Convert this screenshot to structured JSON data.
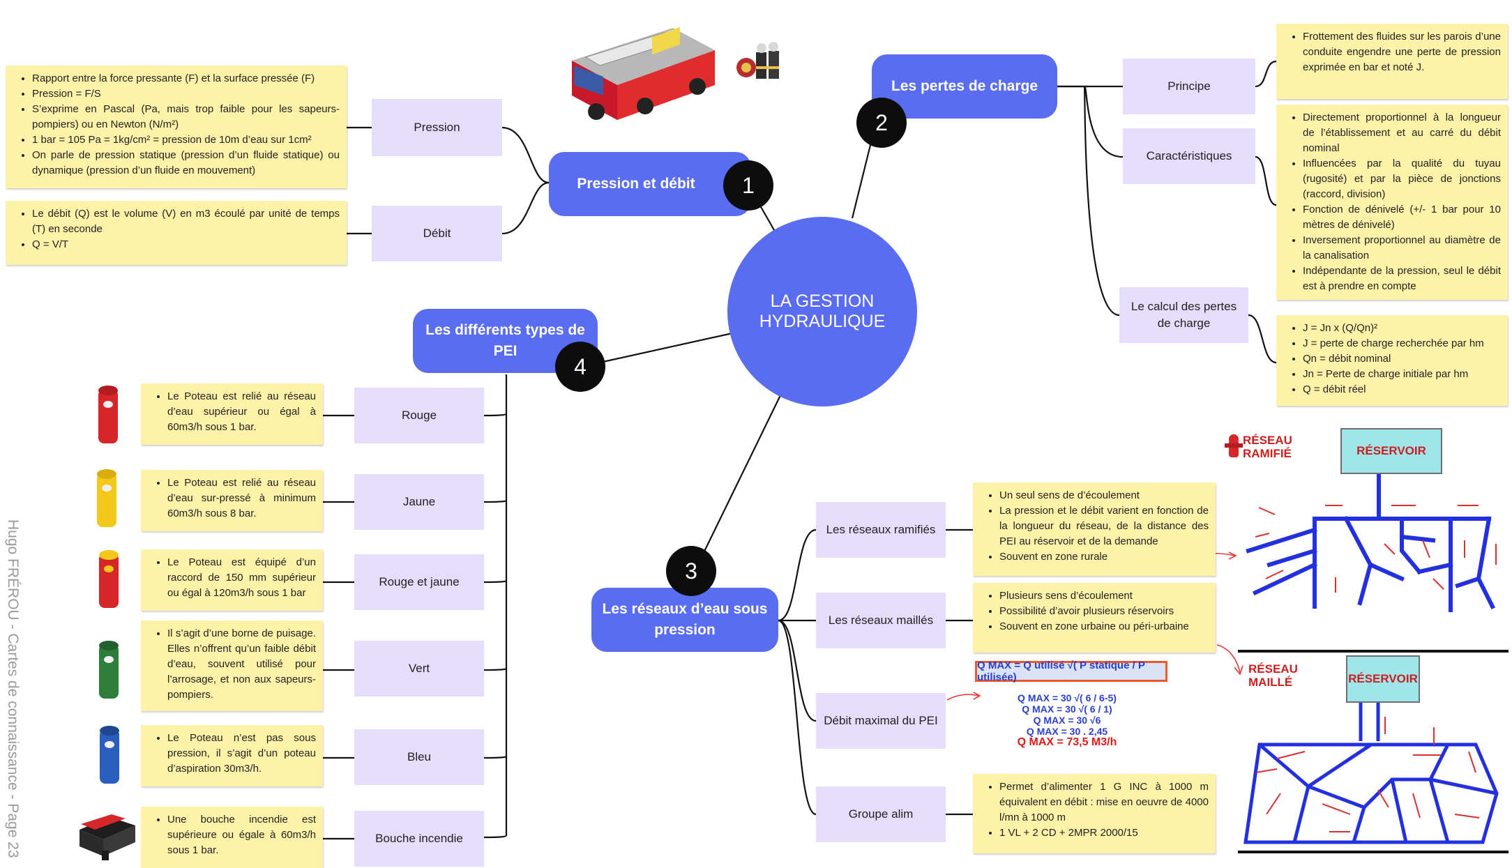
{
  "center": {
    "title": "LA GESTION HYDRAULIQUE"
  },
  "side_credit": "Hugo FRÉROU - Cartes de connaissance - Page 23",
  "colors": {
    "main": "#5a6df0",
    "sub": "#e6dcfb",
    "note": "#fdf2a8",
    "number": "#0d0d0d"
  },
  "branches": {
    "b1": {
      "title": "Pression et débit",
      "number": "1",
      "items": [
        {
          "label": "Pression",
          "notes": [
            "Rapport entre la force pressante (F) et la surface pressée (F)",
            "Pression = F/S",
            "S’exprime en Pascal (Pa, mais trop faible pour les sapeurs-pompiers) ou en Newton (N/m²)",
            "1 bar = 105 Pa = 1kg/cm² = pression de 10m d’eau sur 1cm²",
            "On parle de pression statique (pression d’un fluide statique) ou dynamique (pression d’un fluide en mouvement)"
          ]
        },
        {
          "label": "Débit",
          "notes": [
            "Le débit (Q) est le volume (V) en m3 écoulé par unité de temps (T) en seconde",
            "Q = V/T"
          ]
        }
      ]
    },
    "b2": {
      "title": "Les pertes de charge",
      "number": "2",
      "items": [
        {
          "label": "Principe",
          "notes": [
            "Frottement des fluides sur les parois d’une conduite engendre une perte de pression exprimée en bar et noté J."
          ]
        },
        {
          "label": "Caractéristiques",
          "notes": [
            "Directement proportionnel à la longueur de l’établissement et au carré du débit nominal",
            "Influencées par la qualité du tuyau (rugosité) et par la pièce de jonctions (raccord, division)",
            "Fonction de dénivelé (+/- 1 bar pour 10 mètres de dénivelé)",
            "Inversement proportionnel au diamètre de la canalisation",
            "Indépendante de la pression, seul le débit est à prendre en compte"
          ]
        },
        {
          "label": "Le calcul des pertes de charge",
          "notes": [
            "J = Jn x (Q/Qn)²",
            "J = perte de charge recherchée par hm",
            "Qn = débit nominal",
            "Jn = Perte de charge initiale par hm",
            "Q = débit réel"
          ]
        }
      ]
    },
    "b3": {
      "title": "Les réseaux d’eau sous pression",
      "number": "3",
      "items": [
        {
          "label": "Les réseaux ramifiés",
          "notes": [
            "Un seul sens de d’écoulement",
            "La pression et le débit varient en fonction de la longueur du réseau, de la distance des PEI au réservoir et de la demande",
            "Souvent en zone rurale"
          ]
        },
        {
          "label": "Les réseaux maillés",
          "notes": [
            "Plusieurs sens d’écoulement",
            "Possibilité d’avoir plusieurs réservoirs",
            "Souvent en zone urbaine ou péri-urbaine"
          ]
        },
        {
          "label": "Débit maximal du PEI",
          "notes": []
        },
        {
          "label": "Groupe alim",
          "notes": [
            "Permet d’alimenter 1 G INC à 1000 m équivalent en débit : mise en oeuvre de 4000 l/mn à 1000 m",
            "1 VL + 2 CD + 2MPR 2000/15"
          ]
        }
      ],
      "formula": {
        "header": "Q MAX = Q utilisé √( P statique / P utilisée)",
        "lines": [
          "Q MAX = 30 √( 6 / 6-5)",
          "Q MAX = 30 √( 6 / 1)",
          "Q MAX = 30 √6",
          "Q MAX = 30 . 2,45",
          "Q MAX = 73,5 M3/h"
        ]
      },
      "schemas": {
        "ramifie_label": "RÉSEAU RAMIFIÉ",
        "maille_label": "RÉSEAU MAILLÉ",
        "reservoir": "RÉSERVOIR"
      }
    },
    "b4": {
      "title": "Les différents types de PEI",
      "number": "4",
      "items": [
        {
          "label": "Rouge",
          "color": "#d7262a",
          "notes": [
            "Le Poteau est relié au réseau d’eau supérieur ou égal à 60m3/h sous 1 bar."
          ]
        },
        {
          "label": "Jaune",
          "color": "#f2c81a",
          "notes": [
            "Le Poteau est relié au réseau d’eau sur-pressé à minimum 60m3/h sous 8 bar."
          ]
        },
        {
          "label": "Rouge et jaune",
          "color": "#d7262a",
          "notes": [
            "Le Poteau est équipé d’un raccord de 150 mm supérieur ou égal à 120m3/h sous 1 bar"
          ]
        },
        {
          "label": "Vert",
          "color": "#2f7d3a",
          "notes": [
            "Il s’agit d’une borne de puisage. Elles n’offrent qu’un faible débit d’eau, souvent utilisé pour l’arrosage, et non aux sapeurs-pompiers."
          ]
        },
        {
          "label": "Bleu",
          "color": "#2a5dbd",
          "notes": [
            "Le Poteau n’est pas sous pression, il s’agit d’un poteau d’aspiration 30m3/h."
          ]
        },
        {
          "label": "Bouche incendie",
          "color": "#222222",
          "notes": [
            "Une bouche incendie est supérieure ou égale à 60m3/h sous 1 bar."
          ]
        }
      ]
    }
  }
}
